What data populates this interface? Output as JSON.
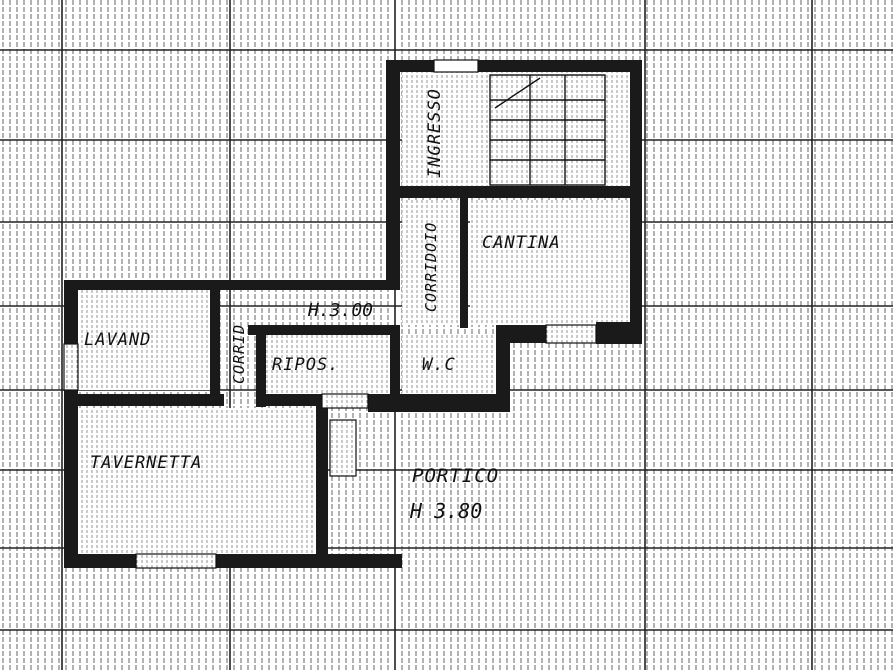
{
  "plan": {
    "rooms": {
      "ingresso": "INGRESSO",
      "corridoio": "CORRIDOIO",
      "cantina": "CANTINA",
      "lavand": "LAVAND",
      "corrid": "CORRID",
      "ripos": "RIPOS.",
      "wc": "W.C",
      "tavernetta": "TAVERNETTA",
      "portico": "PORTICO"
    },
    "heights": {
      "main": "H.3.00",
      "portico": "H 3.80"
    }
  },
  "colors": {
    "wall": "#1a1a1a",
    "grid": "#333333",
    "background": "#ffffff"
  }
}
